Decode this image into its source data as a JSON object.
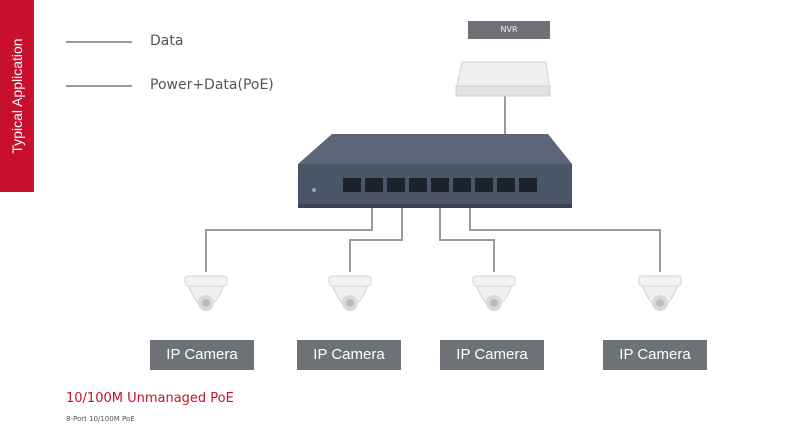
{
  "sidebar": {
    "label": "Typical Application"
  },
  "legend": {
    "data_label": "Data",
    "poe_label": "Power+Data(PoE)"
  },
  "nvr": {
    "label": "NVR"
  },
  "cameras": [
    {
      "label": "IP Camera"
    },
    {
      "label": "IP Camera"
    },
    {
      "label": "IP Camera"
    },
    {
      "label": "IP Camera"
    }
  ],
  "product": {
    "title": "10/100M Unmanaged PoE",
    "subtitle": "8-Port 10/100M PoE"
  },
  "colors": {
    "accent": "#c8102e",
    "label_bg": "#6e7175",
    "line": "#9a9a9a",
    "switch_body": "#4b5568"
  }
}
